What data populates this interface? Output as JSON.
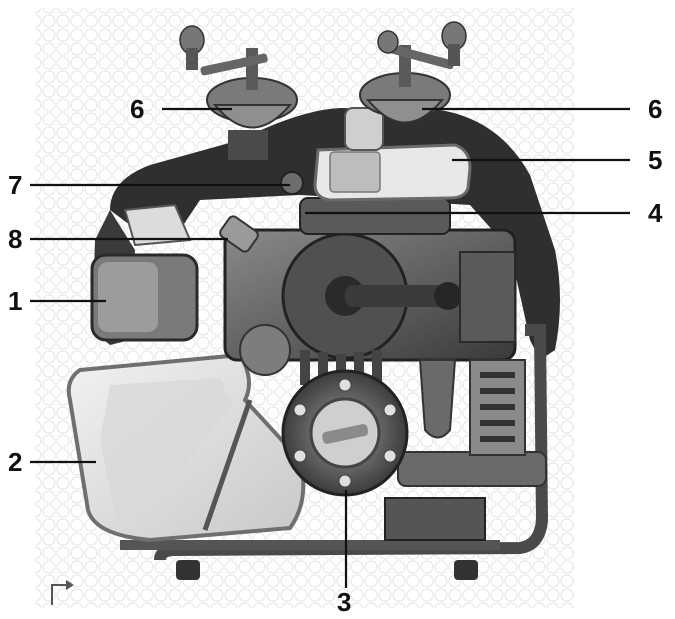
{
  "diagram": {
    "subject": "cutaway-engine-pump-unit",
    "callouts": {
      "c1": "1",
      "c2": "2",
      "c3": "3",
      "c4": "4",
      "c5": "5",
      "c6_left": "6",
      "c6_right": "6",
      "c7": "7",
      "c8": "8"
    }
  },
  "colors": {
    "background": "#ffffff",
    "grid_pattern": "#e6e6e6",
    "body_dark": "#2b2b2b",
    "body_mid": "#6e6e6e",
    "body_light": "#bdbdbd",
    "tank_light": "#e4e4e4",
    "leader": "#111111"
  }
}
